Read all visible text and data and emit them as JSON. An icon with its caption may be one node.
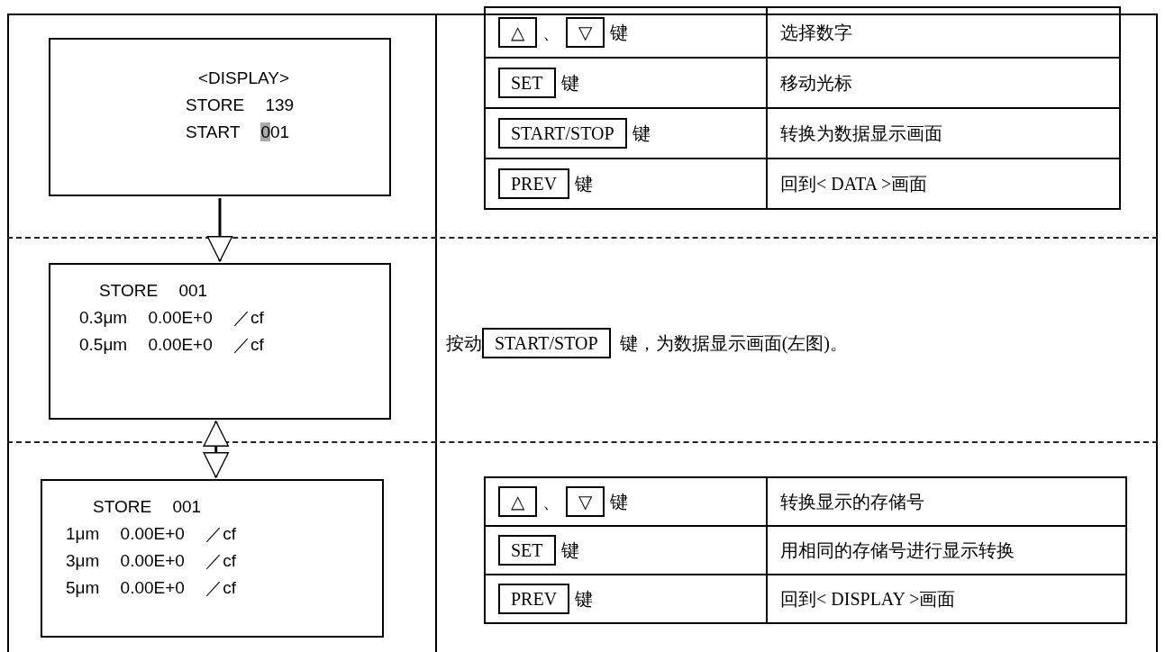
{
  "diagram": {
    "nodes": [
      {
        "text": [
          "<DISPLAY>",
          "STORE 139",
          "START 001"
        ]
      },
      {
        "text": [
          "STORE 001",
          "0.3μm 0.00E+0 ／cf",
          "0.5μm 0.00E+0 ／cf"
        ]
      },
      {
        "text": [
          "STORE 001",
          "1μm 0.00E+0 ／cf",
          "3μm 0.00E+0 ／cf",
          "5μm 0.00E+0 ／cf"
        ]
      }
    ],
    "edges": [
      {
        "from": 0,
        "to": 1,
        "arrow": "to"
      },
      {
        "from": 1,
        "to": 2,
        "arrow": "both"
      }
    ],
    "labels": [
      "△",
      "、",
      "▽",
      "键",
      "选择数字",
      "SET",
      "键",
      "移动光标",
      "START/STOP",
      "键",
      "转换为数据显示画面",
      "PREV",
      "键",
      "回到< DATA >画面",
      "按动",
      "START/STOP",
      "键，为数据显示画面(左图)。",
      "△",
      "、",
      "▽",
      "键",
      "转换显示的存储号",
      "SET",
      "键",
      "用相同的存储号进行显示转换",
      "PREV",
      "键",
      "回到< DISPLAY >画面"
    ]
  }
}
